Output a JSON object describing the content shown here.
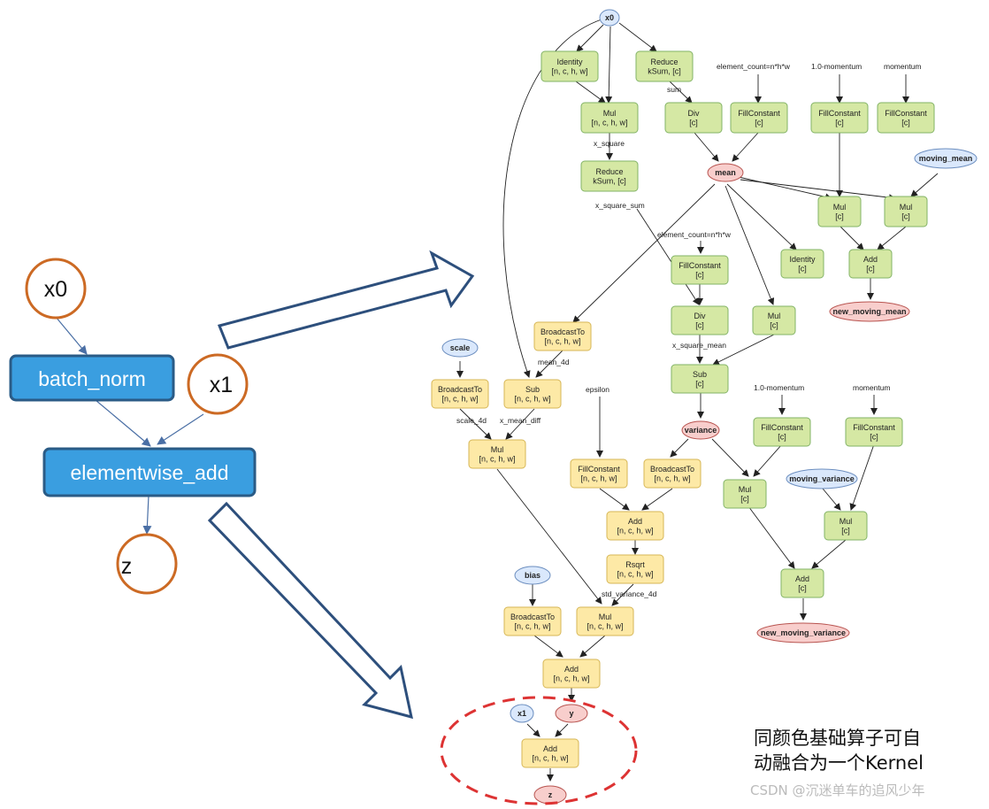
{
  "left_graph": {
    "x0": "x0",
    "x1": "x1",
    "batch_norm": "batch_norm",
    "elementwise_add": "elementwise_add",
    "z": "z"
  },
  "nodes": {
    "x0": [
      "x0"
    ],
    "identity1": [
      "Identity",
      "[n, c, h, w]"
    ],
    "reduce1": [
      "Reduce",
      "kSum, [c]"
    ],
    "mul1": [
      "Mul",
      "[n, c, h, w]"
    ],
    "div1": [
      "Div",
      "[c]"
    ],
    "fillc1": [
      "FillConstant",
      "[c]"
    ],
    "fillc2": [
      "FillConstant",
      "[c]"
    ],
    "fillc3": [
      "FillConstant",
      "[c]"
    ],
    "reduce2": [
      "Reduce",
      "kSum, [c]"
    ],
    "mean": [
      "mean"
    ],
    "moving_mean": [
      "moving_mean"
    ],
    "mulA": [
      "Mul",
      "[c]"
    ],
    "mulB": [
      "Mul",
      "[c]"
    ],
    "fillc4": [
      "FillConstant",
      "[c]"
    ],
    "identity2": [
      "Identity",
      "[c]"
    ],
    "add1": [
      "Add",
      "[c]"
    ],
    "new_moving_mean": [
      "new_moving_mean"
    ],
    "div2": [
      "Div",
      "[c]"
    ],
    "mul3": [
      "Mul",
      "[c]"
    ],
    "bcast1": [
      "BroadcastTo",
      "[n, c, h, w]"
    ],
    "scale": [
      "scale"
    ],
    "bcast_s": [
      "BroadcastTo",
      "[n, c, h, w]"
    ],
    "sub1": [
      "Sub",
      "[n, c, h, w]"
    ],
    "sub2": [
      "Sub",
      "[c]"
    ],
    "variance": [
      "variance"
    ],
    "fillc5": [
      "FillConstant",
      "[c]"
    ],
    "fillc6": [
      "FillConstant",
      "[c]"
    ],
    "mul4": [
      "Mul",
      "[n, c, h, w]"
    ],
    "fillc7": [
      "FillConstant",
      "[n, c, h, w]"
    ],
    "bcast2": [
      "BroadcastTo",
      "[n, c, h, w]"
    ],
    "mul5": [
      "Mul",
      "[c]"
    ],
    "moving_variance": [
      "moving_variance"
    ],
    "mul6": [
      "Mul",
      "[c]"
    ],
    "add2": [
      "Add",
      "[n, c, h, w]"
    ],
    "rsqrt": [
      "Rsqrt",
      "[n, c, h, w]"
    ],
    "add3": [
      "Add",
      "[c]"
    ],
    "new_moving_variance": [
      "new_moving_variance"
    ],
    "bias": [
      "bias"
    ],
    "bcast_b": [
      "BroadcastTo",
      "[n, c, h, w]"
    ],
    "mul7": [
      "Mul",
      "[n, c, h, w]"
    ],
    "add4": [
      "Add",
      "[n, c, h, w]"
    ],
    "x1": [
      "x1"
    ],
    "y": [
      "y"
    ],
    "add5": [
      "Add",
      "[n, c, h, w]"
    ],
    "z": [
      "z"
    ]
  },
  "edge_labels": {
    "element_count_1": "element_count=n*h*w",
    "one_minus_momentum_1": "1.0-momentum",
    "momentum_1": "momentum",
    "sum": "sum",
    "x_square": "x_square",
    "x_square_sum": "x_square_sum",
    "element_count_2": "element_count=n*h*w",
    "x_square_mean": "x_square_mean",
    "mean_4d": "mean_4d",
    "scale_4d": "scale_4d",
    "x_mean_diff": "x_mean_diff",
    "epsilon": "epsilon",
    "one_minus_momentum_2": "1.0-momentum",
    "momentum_2": "momentum",
    "std_variance_4d": "std_variance_4d"
  },
  "note": {
    "line1": "同颜色基础算子可自",
    "line2": "动融合为一个Kernel"
  },
  "watermark": "CSDN @沉迷单车的追风少年",
  "colors": {
    "green_fill": "#d5e8a4",
    "green_stroke": "#82b366",
    "yellow_fill": "#fde9a6",
    "yellow_stroke": "#d6b656",
    "blue_fill": "#dae8fc",
    "blue_stroke": "#6c8ebf",
    "red_fill": "#f8cecc",
    "red_stroke": "#b85450",
    "left_box_fill": "#3a9ee0",
    "left_box_stroke": "#2a5b86",
    "left_circle_stroke": "#cc6a24",
    "dashed_red": "#dd3333",
    "arrow_outline": "#2d4f7c"
  }
}
